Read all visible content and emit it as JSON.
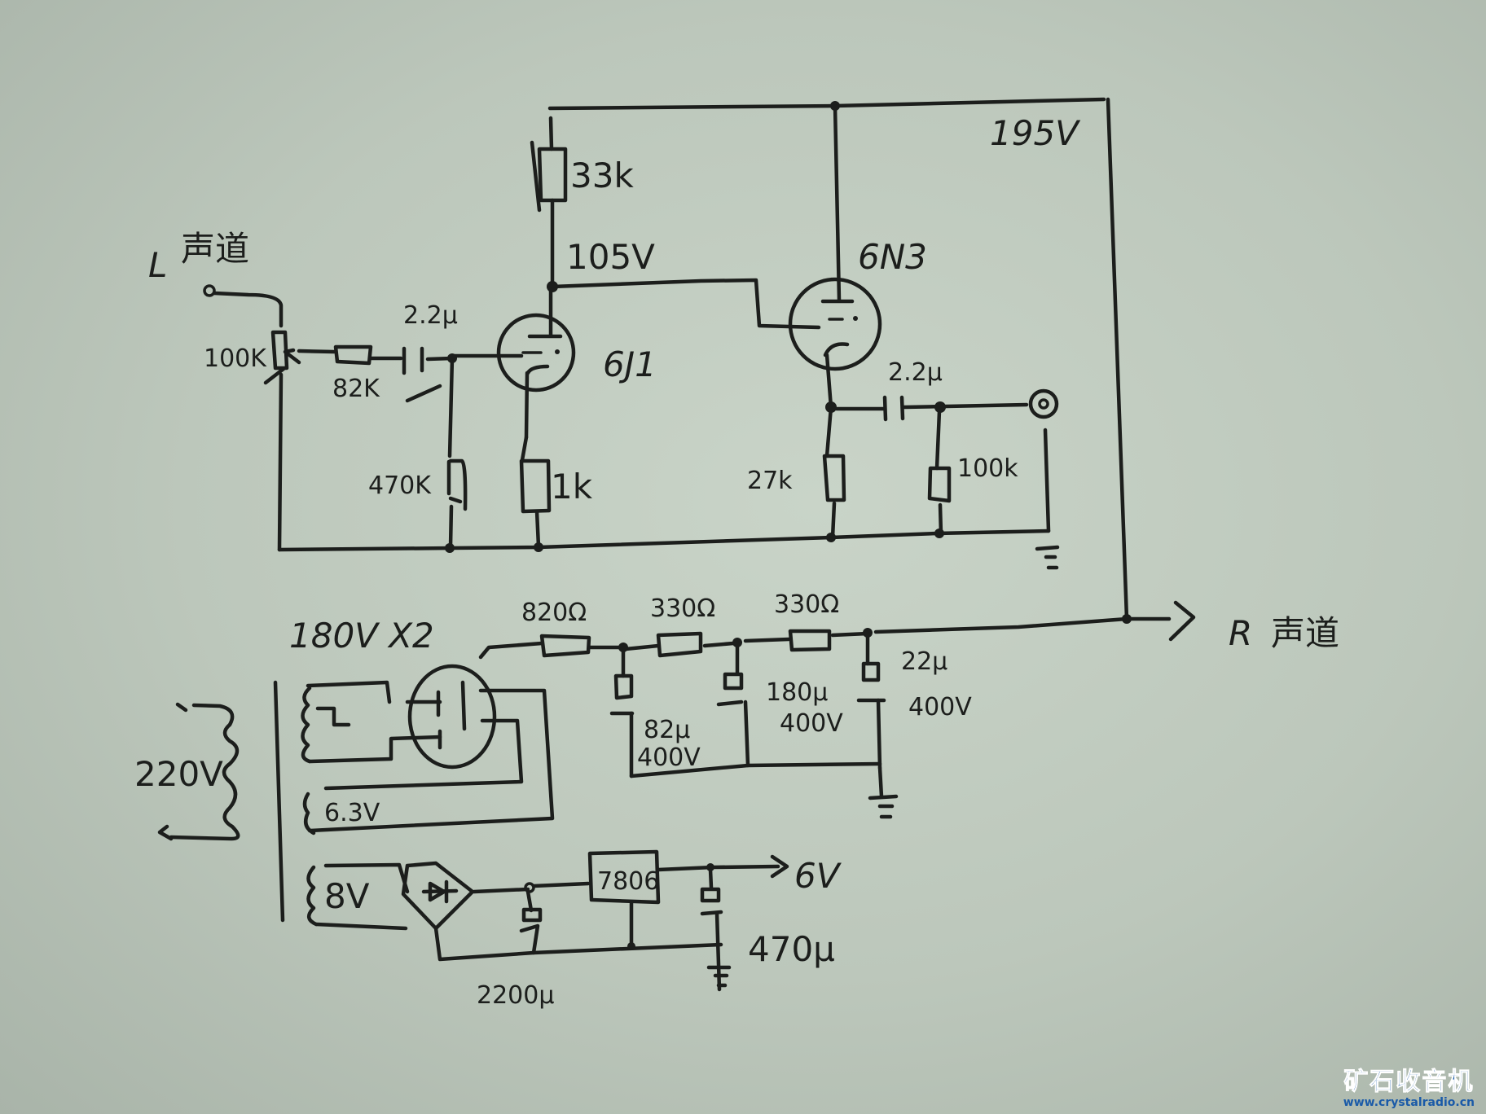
{
  "diagram": {
    "title": "6J1 + 6N3 tube preamp schematic (hand-drawn)",
    "accent_ink": "#1c1e1c",
    "paper": "#c4cfc3",
    "signal_stage": {
      "input_label_channel": "L",
      "input_label_cn": "声道",
      "volume_pot": "100K",
      "series_resistor": "82K",
      "coupling_cap_in": "2.2μ",
      "grid_resistor": "470K",
      "tube1": "6J1",
      "tube1_cathode_resistor": "1k",
      "tube1_plate_resistor": "33k",
      "tube1_plate_voltage": "105V",
      "supply_voltage": "195V",
      "tube2": "6N3",
      "tube2_cathode_resistor": "27k",
      "coupling_cap_out": "2.2μ",
      "output_resistor": "100k"
    },
    "power_supply": {
      "mains_voltage": "220V",
      "hv_winding": "180V X2",
      "heater_winding": "6.3V",
      "filter_r1": "820Ω",
      "filter_r2": "330Ω",
      "filter_r3": "330Ω",
      "cap1_value": "82μ",
      "cap1_voltage": "400V",
      "cap2_value": "180μ",
      "cap2_voltage": "400V",
      "cap3_value": "22μ",
      "cap3_voltage": "400V",
      "right_channel_label": "R",
      "right_channel_cn": "声道"
    },
    "heater_supply": {
      "winding": "8V",
      "reservoir_cap": "2200μ",
      "regulator": "7806",
      "output_cap": "470μ",
      "output_voltage": "6V"
    }
  },
  "watermark": {
    "title": "矿石收音机",
    "url": "www.crystalradio.cn",
    "color": "#1a5aa8"
  }
}
